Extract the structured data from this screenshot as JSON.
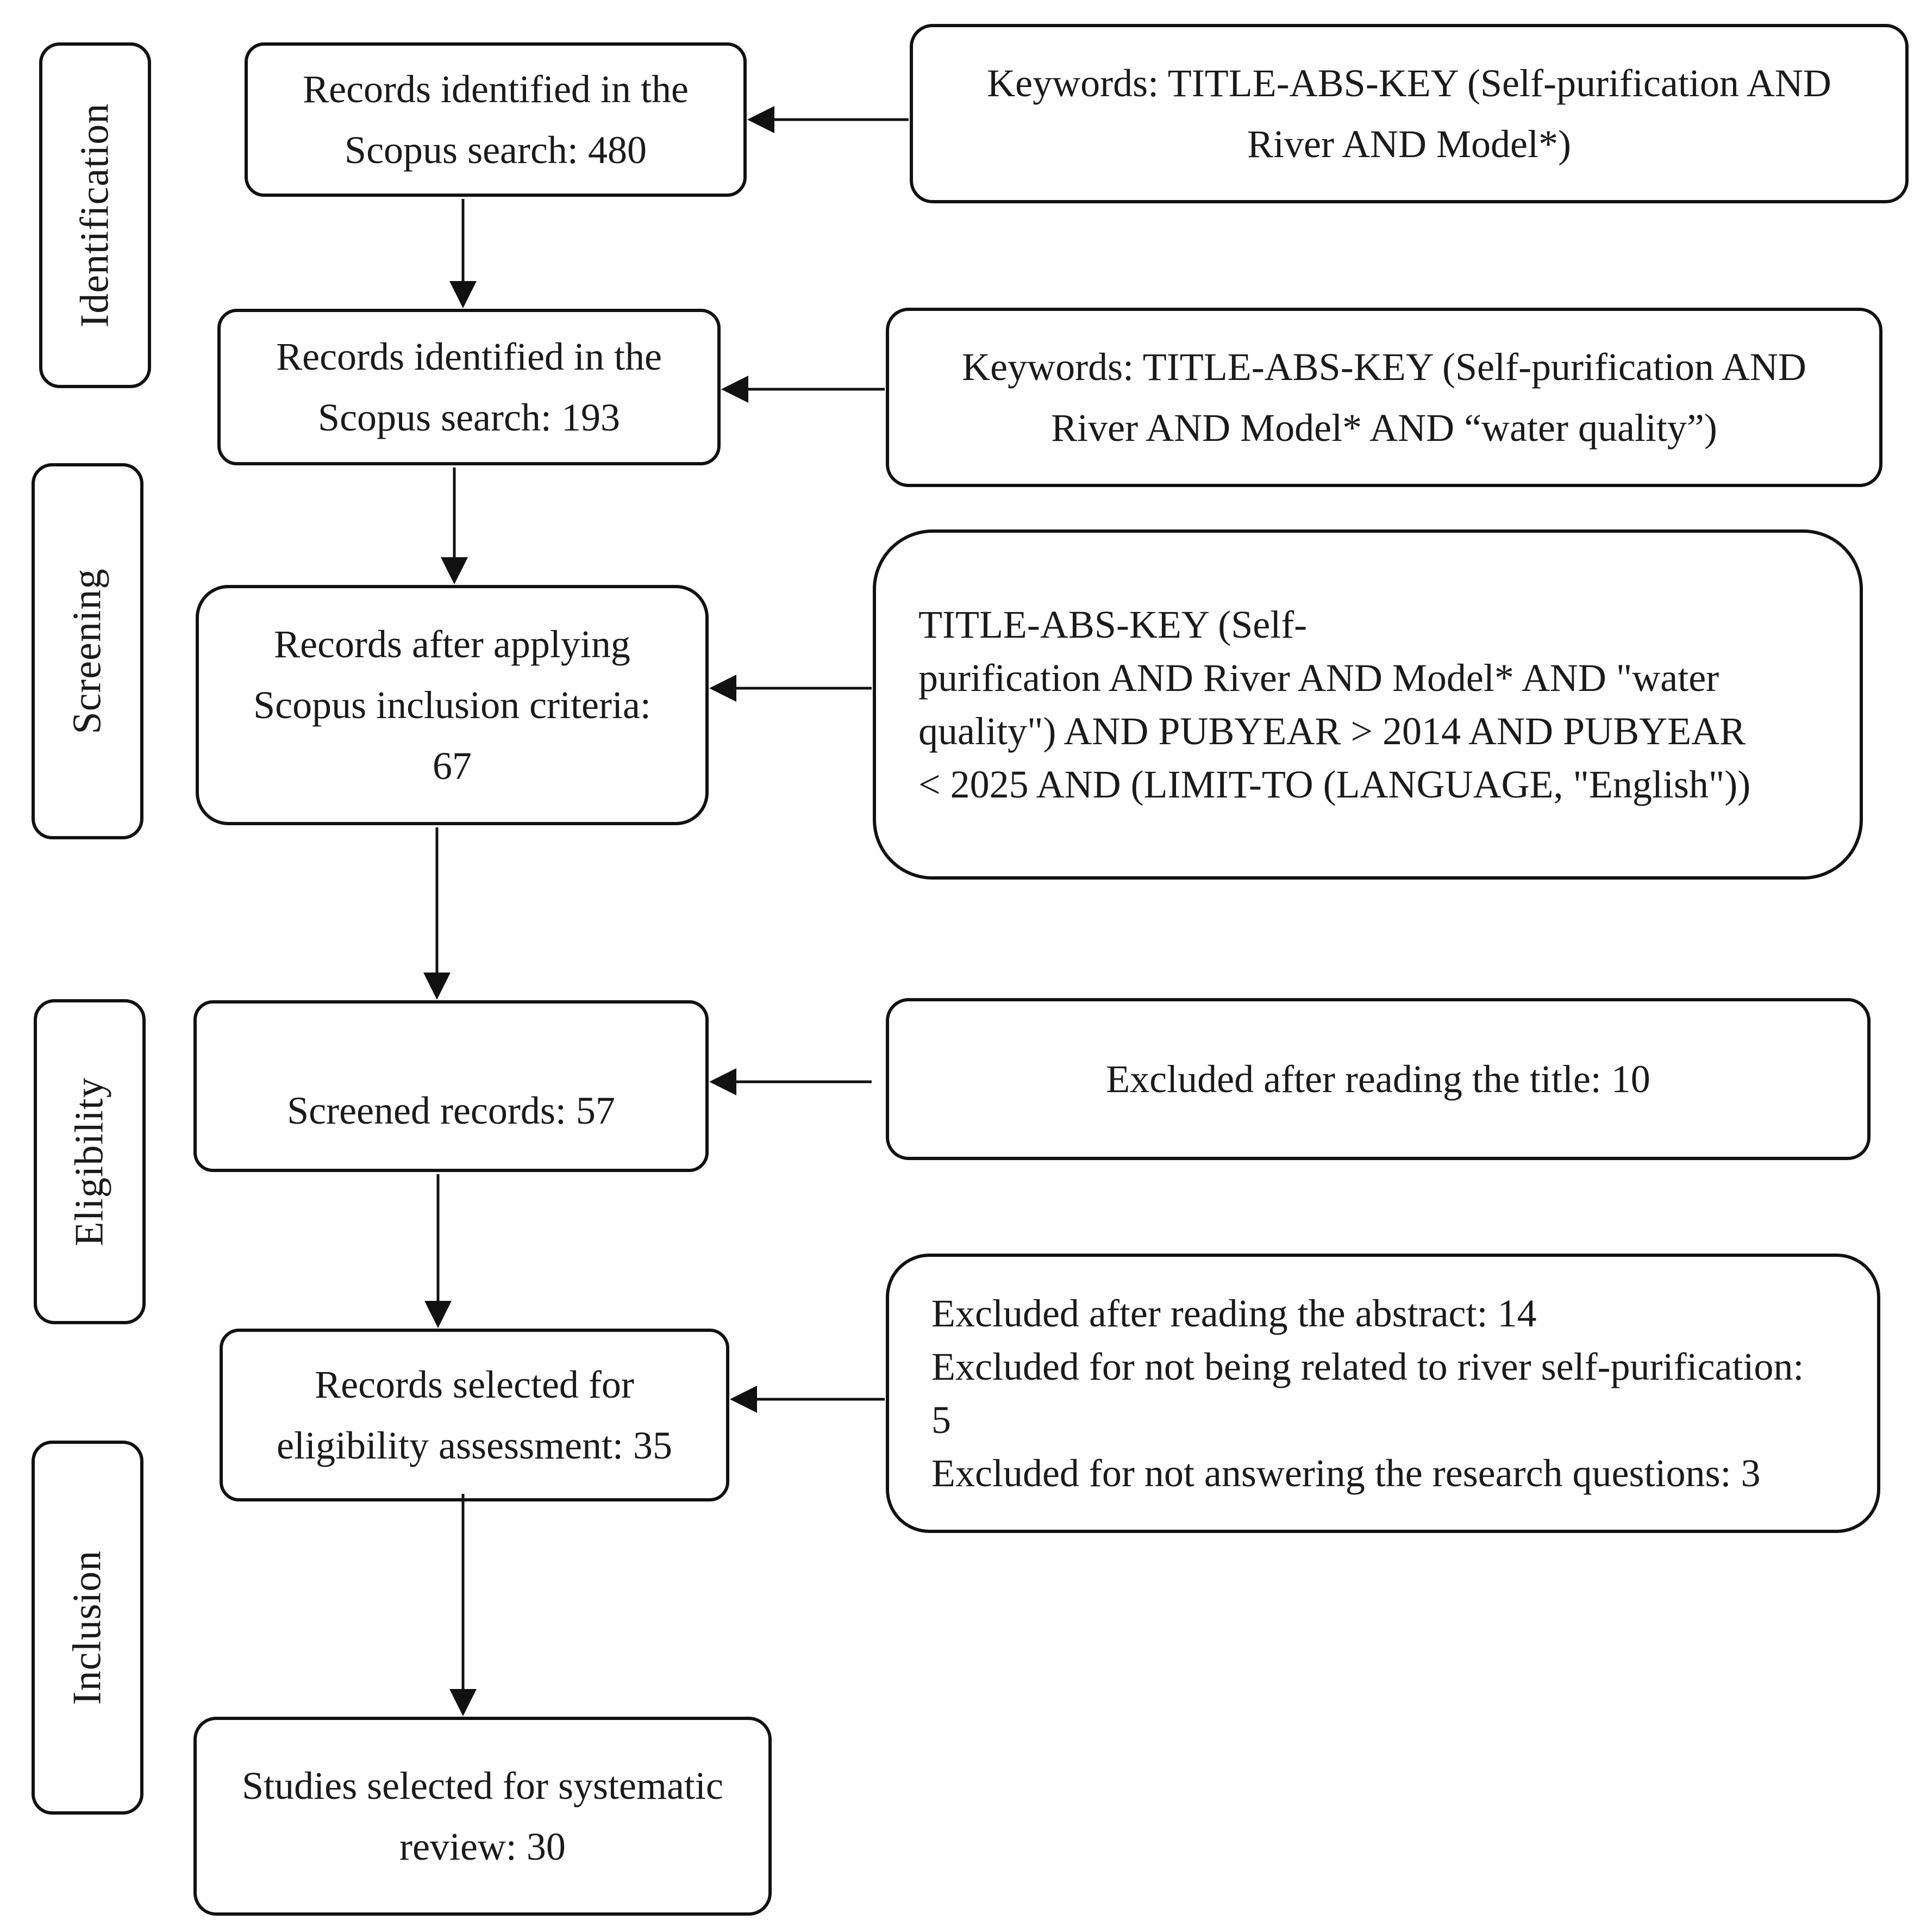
{
  "phases": {
    "identification": "Identification",
    "screening": "Screening",
    "eligibility": "Eligibility",
    "inclusion": "Inclusion"
  },
  "flow": {
    "step1": "Records identified in the\nScopus search: 480",
    "step2": "Records identified in the\nScopus search: 193",
    "step3": "Records after applying\nScopus inclusion criteria:\n67",
    "step4": "Screened records: 57",
    "step5": "Records selected for\neligibility assessment: 35",
    "step6": "Studies selected for systematic\nreview: 30"
  },
  "side": {
    "query1": "Keywords: TITLE-ABS-KEY (Self-purification AND\nRiver AND Model*)",
    "query2": "Keywords: TITLE-ABS-KEY (Self-purification AND\nRiver AND Model* AND “water quality”)",
    "query3": "TITLE-ABS-KEY (Self-\npurification AND River AND Model* AND \"water\nquality\") AND PUBYEAR > 2014 AND PUBYEAR\n< 2025 AND (LIMIT-TO (LANGUAGE, \"English\"))",
    "excluded_title": "Excluded after reading the title: 10",
    "excluded_reasons": "Excluded after reading the abstract: 14\nExcluded for not being related to river self-purification:\n5\nExcluded for not answering the research questions: 3"
  },
  "colors": {
    "stroke": "#111111",
    "background": "#ffffff"
  }
}
